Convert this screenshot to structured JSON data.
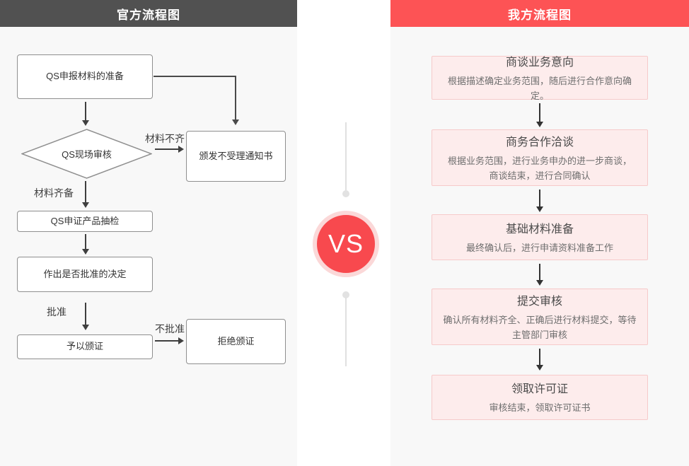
{
  "left": {
    "title": "官方流程图",
    "nodes": {
      "prepare": "QS申报材料的准备",
      "review": "QS现场审核",
      "reject_notice": "颁发不受理通知书",
      "sampling": "QS申证产品抽检",
      "decision": "作出是否批准的决定",
      "grant": "予以颁证",
      "refuse": "拒绝颁证"
    },
    "labels": {
      "incomplete": "材料不齐",
      "complete": "材料齐备",
      "approved": "批准",
      "not_approved": "不批准"
    }
  },
  "vs": {
    "label": "VS"
  },
  "right": {
    "title": "我方流程图",
    "steps": [
      {
        "title": "商谈业务意向",
        "desc": "根据描述确定业务范围，随后进行合作意向确定。"
      },
      {
        "title": "商务合作洽谈",
        "desc": "根据业务范围，进行业务申办的进一步商谈，\n商谈结束，进行合同确认"
      },
      {
        "title": "基础材料准备",
        "desc": "最终确认后，进行申请资料准备工作"
      },
      {
        "title": "提交审核",
        "desc": "确认所有材料齐全、正确后进行材料提交，等待\n主管部门审核"
      },
      {
        "title": "领取许可证",
        "desc": "审核结束，领取许可证书"
      }
    ]
  },
  "colors": {
    "left_header_bg": "#515151",
    "right_header_bg": "#fd5355",
    "vs_circle": "#f8494e",
    "vs_ring": "#fbd8d8",
    "step_bg": "#fdecec",
    "step_border": "#f6caca",
    "panel_bg": "#f8f8f8"
  }
}
